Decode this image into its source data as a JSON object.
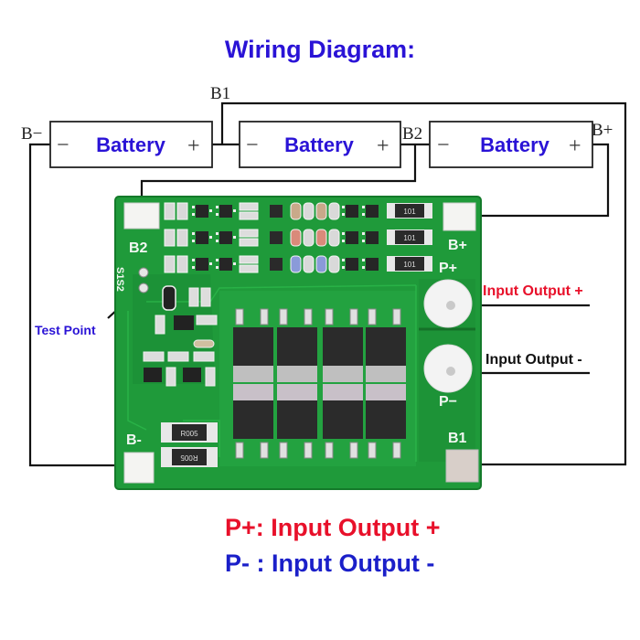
{
  "title": "Wiring Diagram:",
  "wire_labels": {
    "b_minus": "B−",
    "b1": "B1",
    "b2": "B2",
    "b_plus": "B+"
  },
  "batteries": [
    {
      "label": "Battery",
      "minus": "−",
      "plus": "+"
    },
    {
      "label": "Battery",
      "minus": "−",
      "plus": "+"
    },
    {
      "label": "Battery",
      "minus": "−",
      "plus": "+"
    }
  ],
  "board": {
    "pads": {
      "b2": "B2",
      "b_plus": "B+",
      "p_plus": "P+",
      "p_minus": "P−",
      "b1": "B1",
      "b_minus": "B-"
    },
    "test_pads_label": "S1S2",
    "resistor_codes": [
      "101",
      "101",
      "101"
    ],
    "shunt_codes": [
      "R005",
      "R005"
    ],
    "pcb_color": "#1f9a3a"
  },
  "annotations": {
    "input_output_plus": "Input Output +",
    "input_output_minus": "Input Output -",
    "test_point": "Test Point"
  },
  "legend": {
    "p_plus": "P+: Input Output +",
    "p_minus": "P- : Input Output -"
  },
  "colors": {
    "title_blue": "#2a13d6",
    "red": "#e8102a",
    "blue": "#1a1fc9"
  }
}
